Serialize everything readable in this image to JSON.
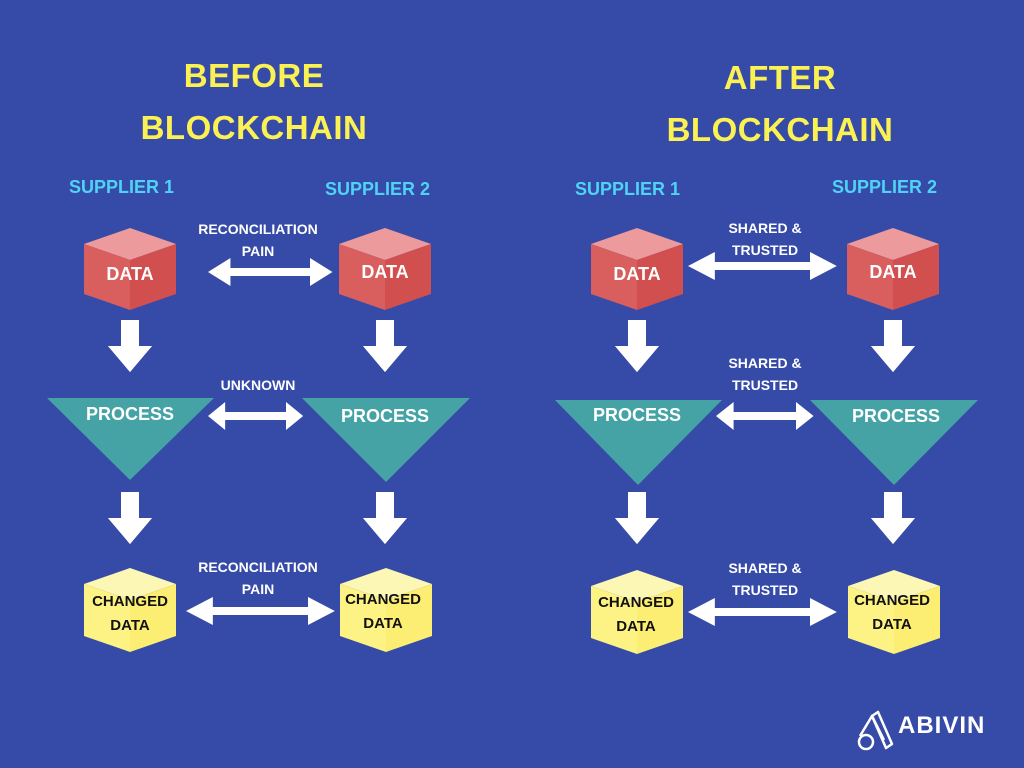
{
  "colors": {
    "background": "#364aa8",
    "title": "#fbf153",
    "supplier": "#4fd3f5",
    "data_cube": "#d95757",
    "process": "#45a3a5",
    "changed_data": "#fdf27a",
    "arrow": "#ffffff"
  },
  "panels": [
    {
      "title_line1": "BEFORE",
      "title_line2": "BLOCKCHAIN",
      "supplier1": "SUPPLIER 1",
      "supplier2": "SUPPLIER 2",
      "data_label": "DATA",
      "process_label": "PROCESS",
      "changed_line1": "CHANGED",
      "changed_line2": "DATA",
      "connections": [
        {
          "line1": "RECONCILIATION",
          "line2": "PAIN"
        },
        {
          "line1": "UNKNOWN",
          "line2": ""
        },
        {
          "line1": "RECONCILIATION",
          "line2": "PAIN"
        }
      ]
    },
    {
      "title_line1": "AFTER",
      "title_line2": "BLOCKCHAIN",
      "supplier1": "SUPPLIER 1",
      "supplier2": "SUPPLIER 2",
      "data_label": "DATA",
      "process_label": "PROCESS",
      "changed_line1": "CHANGED",
      "changed_line2": "DATA",
      "connections": [
        {
          "line1": "SHARED &",
          "line2": "TRUSTED"
        },
        {
          "line1": "SHARED &",
          "line2": "TRUSTED"
        },
        {
          "line1": "SHARED &",
          "line2": "TRUSTED"
        }
      ]
    }
  ],
  "logo": {
    "text": "ABIVIN",
    "icon": "abivin-logo-icon"
  }
}
